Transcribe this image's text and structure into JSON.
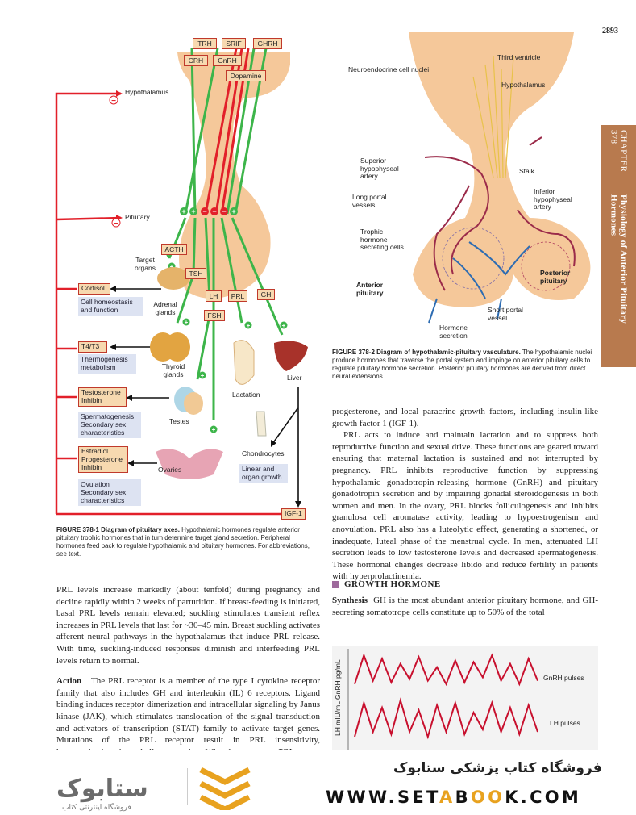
{
  "page_number": "2893",
  "chapter_tab": {
    "number": "CHAPTER 378",
    "title": "Physiology of Anterior Pituitary Hormones"
  },
  "figure1": {
    "hypothalamic_tags": [
      "TRH",
      "SRIF",
      "GHRH",
      "CRH",
      "GnRH",
      "Dopamine"
    ],
    "level_labels": {
      "hypothalamus": "Hypothalamus",
      "pituitary": "Pituitary"
    },
    "trophic_hormones": [
      "ACTH",
      "TSH",
      "LH",
      "FSH",
      "PRL",
      "GH"
    ],
    "target_organs_label": "Target organs",
    "organs": [
      "Adrenal glands",
      "Thyroid glands",
      "Testes",
      "Ovaries",
      "Lactation",
      "Liver",
      "Chondrocytes"
    ],
    "outputs": [
      {
        "hormone": "Cortisol",
        "effects": "Cell homeostasis and function"
      },
      {
        "hormone": "T4/T3",
        "effects": "Thermogenesis metabolism"
      },
      {
        "hormone": "Testosterone Inhibin",
        "effects": "Spermatogenesis Secondary sex characteristics"
      },
      {
        "hormone": "Estradiol Progesterone Inhibin",
        "effects": "Ovulation Secondary sex characteristics"
      }
    ],
    "gh_effect": "Linear and organ growth",
    "igf": "IGF-1",
    "caption_label": "FIGURE 378-1 Diagram of pituitary axes.",
    "caption_text": "Hypothalamic hormones regulate anterior pituitary trophic hormones that in turn determine target gland secretion. Peripheral hormones feed back to regulate hypothalamic and pituitary hormones. For abbreviations, see text."
  },
  "figure2": {
    "labels": {
      "neuro": "Neuroendocrine cell nuclei",
      "third": "Third ventricle",
      "hypo": "Hypothalamus",
      "superior": "Superior hypophyseal artery",
      "stalk": "Stalk",
      "long_portal": "Long portal vessels",
      "inferior": "Inferior hypophyseal artery",
      "trophic": "Trophic hormone secreting cells",
      "anterior": "Anterior pituitary",
      "posterior": "Posterior pituitary",
      "short_portal": "Short portal vessel",
      "secretion": "Hormone secretion"
    },
    "caption_label": "FIGURE 378-2 Diagram of hypothalamic-pituitary vasculature.",
    "caption_text": "The hypothalamic nuclei produce hormones that traverse the portal system and impinge on anterior pituitary cells to regulate pituitary hormone secretion. Posterior pituitary hormones are derived from direct neural extensions."
  },
  "text": {
    "right_p1": "progesterone, and local paracrine growth factors, including insulin-like growth factor 1 (IGF-1).",
    "right_p2": "PRL acts to induce and maintain lactation and to suppress both reproductive function and sexual drive. These functions are geared toward ensuring that maternal lactation is sustained and not interrupted by pregnancy. PRL inhibits reproductive function by suppressing hypothalamic gonadotropin-releasing hormone (GnRH) and pituitary gonadotropin secretion and by impairing gonadal steroidogenesis in both women and men. In the ovary, PRL blocks folliculogenesis and inhibits granulosa cell aromatase activity, leading to hypoestrogenism and anovulation. PRL also has a luteolytic effect, generating a shortened, or inadequate, luteal phase of the menstrual cycle. In men, attenuated LH secretion leads to low testosterone levels and decreased spermatogenesis. These hormonal changes decrease libido and reduce fertility in patients with hyperprolactinemia.",
    "section_heading": "GROWTH HORMONE",
    "synthesis_head": "Synthesis",
    "synthesis_text": "GH is the most abundant anterior pituitary hormone, and GH-secreting somatotrope cells constitute up to 50% of the total",
    "left_p1": "PRL levels increase markedly (about tenfold) during pregnancy and decline rapidly within 2 weeks of parturition. If breast-feeding is initiated, basal PRL levels remain elevated; suckling stimulates transient reflex increases in PRL levels that last for ~30–45 min. Breast suckling activates afferent neural pathways in the hypothalamus that induce PRL release. With time, suckling-induced responses diminish and interfeeding PRL levels return to normal.",
    "action_head": "Action",
    "action_text": "The PRL receptor is a member of the type I cytokine receptor family that also includes GH and interleukin (IL) 6 receptors. Ligand binding induces receptor dimerization and intracellular signaling by Janus kinase (JAK), which stimulates translocation of the signal transduction and activators of transcription (STAT) family to activate target genes. Mutations of the PRL receptor result in PRL insensitivity, hyperprolactinemia, and oligomenorrhea. When homozygous, PRL"
  },
  "figure3": {
    "ylabel": "LH mIU/mL GnRH pg/mL",
    "series": [
      {
        "name": "GnRH pulses",
        "values": [
          0.1,
          0.95,
          0.2,
          0.85,
          0.15,
          0.7,
          0.25,
          0.9,
          0.2,
          0.6,
          0.1,
          0.8,
          0.15,
          0.75,
          0.3,
          0.95,
          0.2,
          0.7,
          0.1,
          0.85,
          0.2
        ]
      },
      {
        "name": "LH pulses",
        "values": [
          0.2,
          0.9,
          0.3,
          0.8,
          0.25,
          0.95,
          0.3,
          0.75,
          0.2,
          0.85,
          0.3,
          0.9,
          0.25,
          0.7,
          0.35,
          0.9,
          0.3,
          0.8,
          0.25,
          0.85,
          0.3
        ]
      }
    ]
  },
  "footer": {
    "shop_name_fa": "فروشگاه کتاب پزشکی ستابوک",
    "url_parts": [
      "WWW.SET",
      "A",
      "B",
      "O",
      "O",
      "K.COM"
    ],
    "logo_fa": "ستابوک",
    "logo_sub_fa": "فروشگاه اینترنتی کتاب"
  },
  "colors": {
    "stimulate": "#3db54a",
    "inhibit": "#e2202a",
    "tab": "#b87a4e",
    "pituitary": "#f5c89a"
  }
}
